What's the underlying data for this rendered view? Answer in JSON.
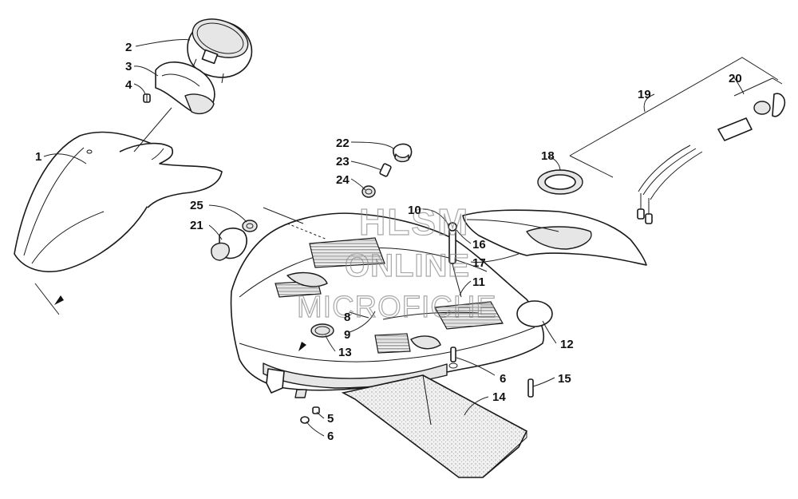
{
  "diagram": {
    "callouts": [
      {
        "id": "1",
        "label": "1"
      },
      {
        "id": "2",
        "label": "2"
      },
      {
        "id": "3",
        "label": "3"
      },
      {
        "id": "4",
        "label": "4"
      },
      {
        "id": "5",
        "label": "5"
      },
      {
        "id": "6a",
        "label": "6"
      },
      {
        "id": "6b",
        "label": "6"
      },
      {
        "id": "8",
        "label": "8"
      },
      {
        "id": "9",
        "label": "9"
      },
      {
        "id": "10",
        "label": "10"
      },
      {
        "id": "11",
        "label": "11"
      },
      {
        "id": "12",
        "label": "12"
      },
      {
        "id": "13",
        "label": "13"
      },
      {
        "id": "14",
        "label": "14"
      },
      {
        "id": "15",
        "label": "15"
      },
      {
        "id": "16",
        "label": "16"
      },
      {
        "id": "17",
        "label": "17"
      },
      {
        "id": "18",
        "label": "18"
      },
      {
        "id": "19",
        "label": "19"
      },
      {
        "id": "20",
        "label": "20"
      },
      {
        "id": "21",
        "label": "21"
      },
      {
        "id": "22",
        "label": "22"
      },
      {
        "id": "23",
        "label": "23"
      },
      {
        "id": "24",
        "label": "24"
      },
      {
        "id": "25",
        "label": "25"
      }
    ],
    "watermark": {
      "line1": "HLSM",
      "line2": "ONLINE",
      "line3": "MICROFICHE"
    }
  }
}
